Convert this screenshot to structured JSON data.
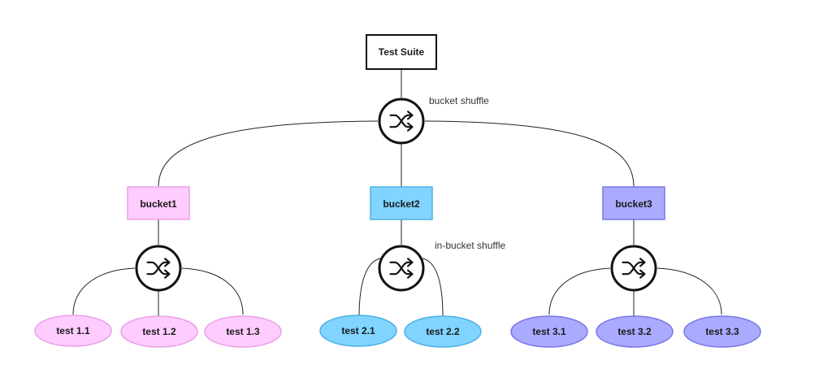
{
  "root": {
    "label": "Test Suite"
  },
  "annotations": {
    "bucket_shuffle": "bucket shuffle",
    "in_bucket_shuffle": "in-bucket shuffle"
  },
  "icons": {
    "shuffle": "shuffle-icon"
  },
  "colors": {
    "bucket1": {
      "fill": "#ffccff",
      "stroke": "#e8a0e8"
    },
    "bucket2": {
      "fill": "#80d4ff",
      "stroke": "#4db0e6"
    },
    "bucket3": {
      "fill": "#aaaaff",
      "stroke": "#7777e8"
    }
  },
  "buckets": [
    {
      "label": "bucket1",
      "tests": [
        "test 1.1",
        "test 1.2",
        "test 1.3"
      ]
    },
    {
      "label": "bucket2",
      "tests": [
        "test 2.1",
        "test 2.2"
      ]
    },
    {
      "label": "bucket3",
      "tests": [
        "test 3.1",
        "test 3.2",
        "test 3.3"
      ]
    }
  ]
}
